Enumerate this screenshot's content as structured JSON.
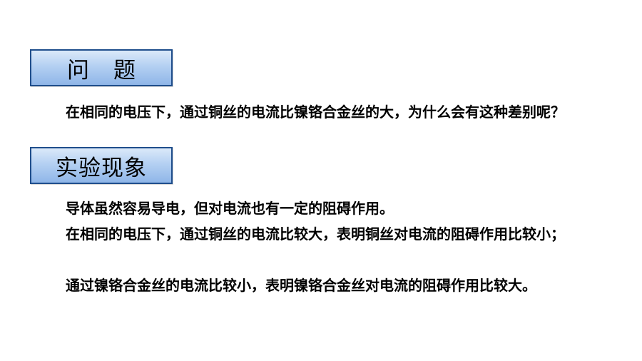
{
  "sections": {
    "problem_heading": "问题",
    "phenomenon_heading": "实验现象"
  },
  "paragraphs": {
    "question": "在相同的电压下，通过铜丝的电流比镍铬合金丝的大，为什么会有这种差别呢？",
    "resistance": "导体虽然容易导电，但对电流也有一定的阻碍作用。",
    "copper": "在相同的电压下，通过铜丝的电流比较大，表明铜丝对电流的阻碍作用比较小；",
    "nichrome": "通过镍铬合金丝的电流比较小，表明镍铬合金丝对电流的阻碍作用比较大。"
  },
  "colors": {
    "heading_border": "#1f4e8c",
    "heading_fill": "#b4d0f2"
  }
}
